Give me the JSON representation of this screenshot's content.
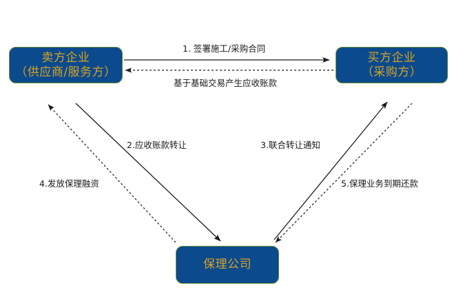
{
  "diagram": {
    "title": "supply-chain-factoring-flow",
    "colors": {
      "node_fill": "#0b4a8c",
      "node_border": "#6f8f3a",
      "node_text": "#d9a326",
      "edge": "#1a1a1a",
      "background": "#ffffff"
    },
    "nodes": [
      {
        "id": "seller",
        "line1": "卖方企业",
        "line2": "（供应商/服务方）"
      },
      {
        "id": "buyer",
        "line1": "买方企业",
        "line2": "（采购方）"
      },
      {
        "id": "factor",
        "line1": "保理公司",
        "line2": ""
      }
    ],
    "edges": [
      {
        "id": "e1",
        "label": "1. 签署施工/采购合同",
        "style": "solid",
        "from": "seller",
        "to": "buyer",
        "direction": "right"
      },
      {
        "id": "e-ar",
        "label": "基于基础交易产生应收账款",
        "style": "dashed",
        "from": "buyer",
        "to": "seller",
        "direction": "left"
      },
      {
        "id": "e2",
        "label": "2.应收账款转让",
        "style": "solid",
        "from": "seller",
        "to": "factor",
        "direction": "down-right"
      },
      {
        "id": "e3",
        "label": "3.联合转让通知",
        "style": "solid",
        "from": "factor",
        "to": "buyer",
        "direction": "up-right"
      },
      {
        "id": "e4",
        "label": "4.发放保理融资",
        "style": "dashed",
        "from": "factor",
        "to": "seller",
        "direction": "up-left"
      },
      {
        "id": "e5",
        "label": "5.保理业务到期还款",
        "style": "dashed",
        "from": "buyer",
        "to": "factor",
        "direction": "down-left"
      }
    ]
  }
}
